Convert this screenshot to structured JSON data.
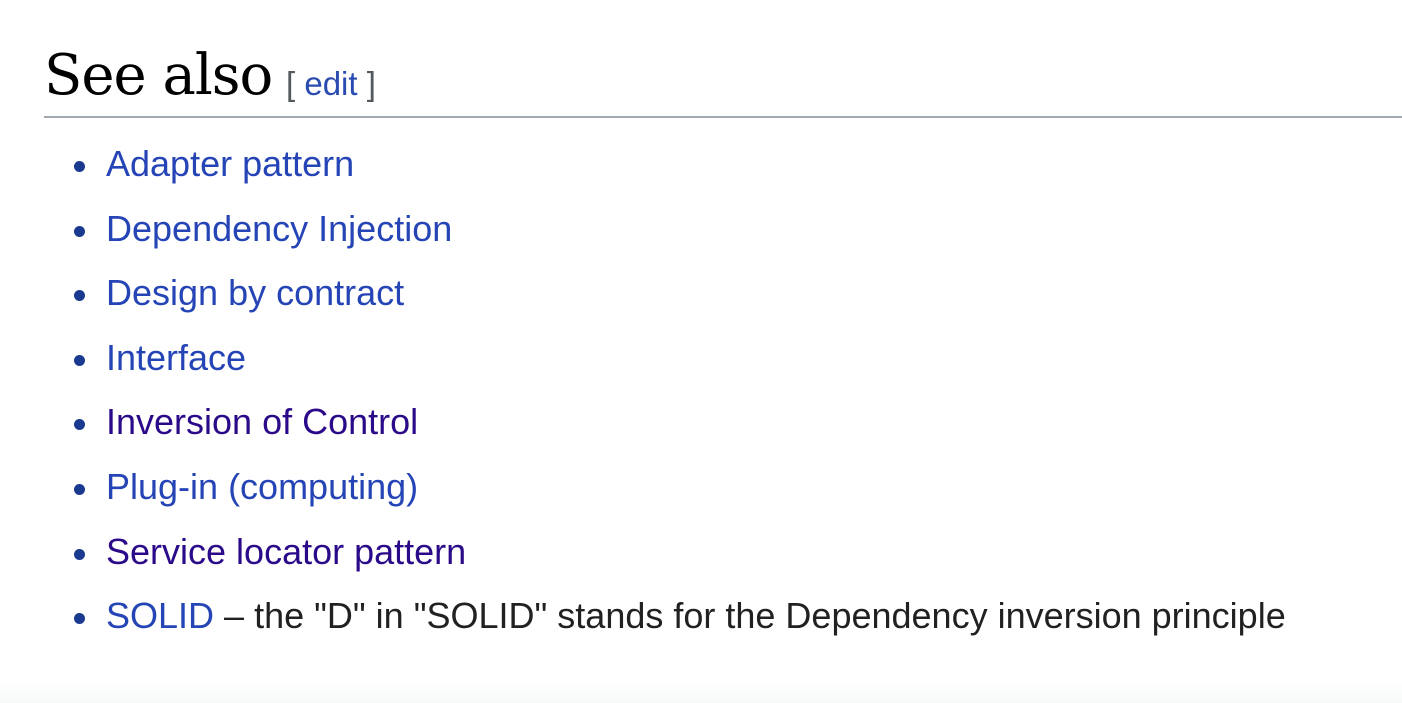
{
  "section": {
    "title": "See also",
    "edit_open": "[",
    "edit_label": "edit",
    "edit_close": "]"
  },
  "items": [
    {
      "link": "Adapter pattern",
      "suffix": "",
      "visited": false
    },
    {
      "link": "Dependency Injection",
      "suffix": "",
      "visited": false
    },
    {
      "link": "Design by contract",
      "suffix": "",
      "visited": false
    },
    {
      "link": "Interface",
      "suffix": "",
      "visited": false
    },
    {
      "link": "Inversion of Control",
      "suffix": "",
      "visited": true
    },
    {
      "link": "Plug-in (computing)",
      "suffix": "",
      "visited": false
    },
    {
      "link": "Service locator pattern",
      "suffix": "",
      "visited": true
    },
    {
      "link": "SOLID",
      "suffix": " – the \"D\" in \"SOLID\" stands for the Dependency inversion principle",
      "visited": false
    }
  ],
  "colors": {
    "link": "#2544b5",
    "visited_link": "#2b0a8a",
    "text": "#202122",
    "rule": "#a2a9b1"
  }
}
